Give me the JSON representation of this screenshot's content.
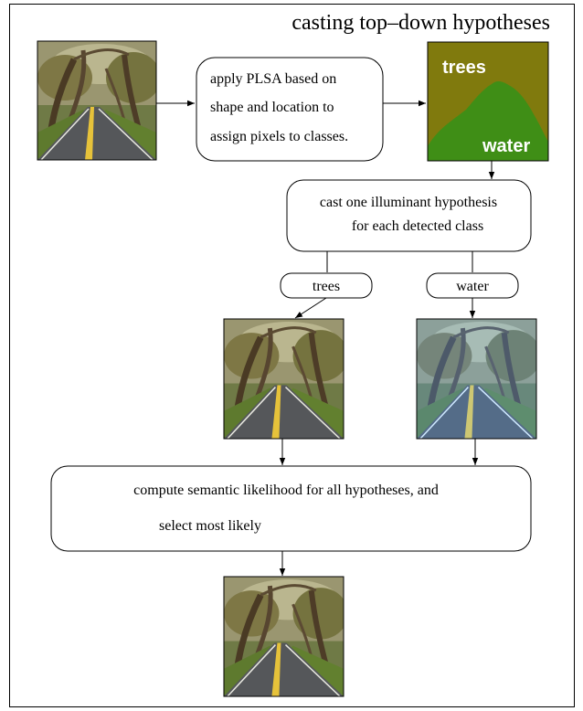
{
  "title": "casting top–down hypotheses",
  "step1_box": {
    "lines": [
      "apply PLSA based on",
      "shape and location to",
      "assign pixels to classes."
    ]
  },
  "segmentation": {
    "label_top": "trees",
    "label_bottom": "water",
    "colors": {
      "top": "#807a0d",
      "bottom": "#3f8e16"
    }
  },
  "step2_box": {
    "lines": [
      "cast one illuminant hypothesis",
      "for each detected class"
    ]
  },
  "hypothesis_labels": [
    "trees",
    "water"
  ],
  "step3_box": {
    "lines": [
      "compute semantic likelihood for all hypotheses, and",
      "select most likely"
    ]
  },
  "images": {
    "input": "road-through-trees-photo",
    "hypothesis_trees": "road-photo-trees-illuminant",
    "hypothesis_water": "road-photo-water-illuminant",
    "output": "road-photo-selected"
  }
}
